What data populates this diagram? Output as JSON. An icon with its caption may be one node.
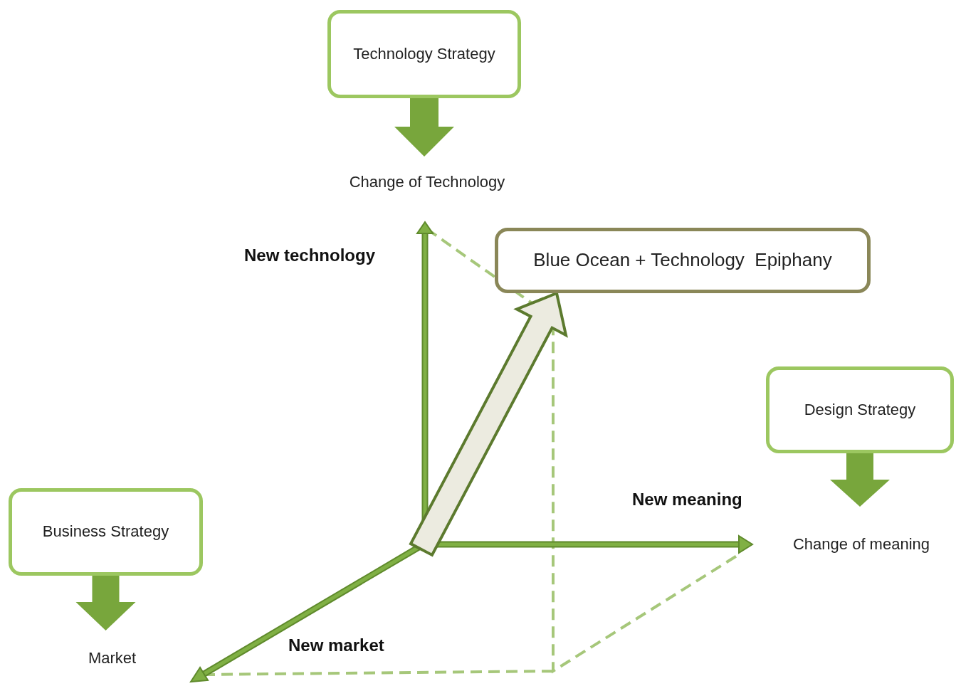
{
  "diagram": {
    "nodes": [
      {
        "text": [
          "Technology Strategy"
        ]
      },
      {
        "text": [
          "Change of Technology"
        ]
      },
      {
        "text": [
          "Blue Ocean + Technology  Epiphany"
        ]
      },
      {
        "text": [
          "Design Strategy"
        ]
      },
      {
        "text": [
          "Change of meaning"
        ]
      },
      {
        "text": [
          "Business Strategy"
        ]
      },
      {
        "text": [
          "Market"
        ]
      }
    ],
    "edges": [
      {
        "from": 0,
        "to": 1,
        "arrow": "to",
        "style": "thick"
      },
      {
        "from": null,
        "to": 2,
        "arrow": "to",
        "style": "thick",
        "color": "#ecebe0"
      },
      {
        "from": 3,
        "to": 4,
        "arrow": "to",
        "style": "thick"
      },
      {
        "from": 5,
        "to": 6,
        "arrow": "to",
        "style": "thick"
      }
    ],
    "labels": [
      "New technology",
      "New meaning",
      "New market"
    ]
  }
}
